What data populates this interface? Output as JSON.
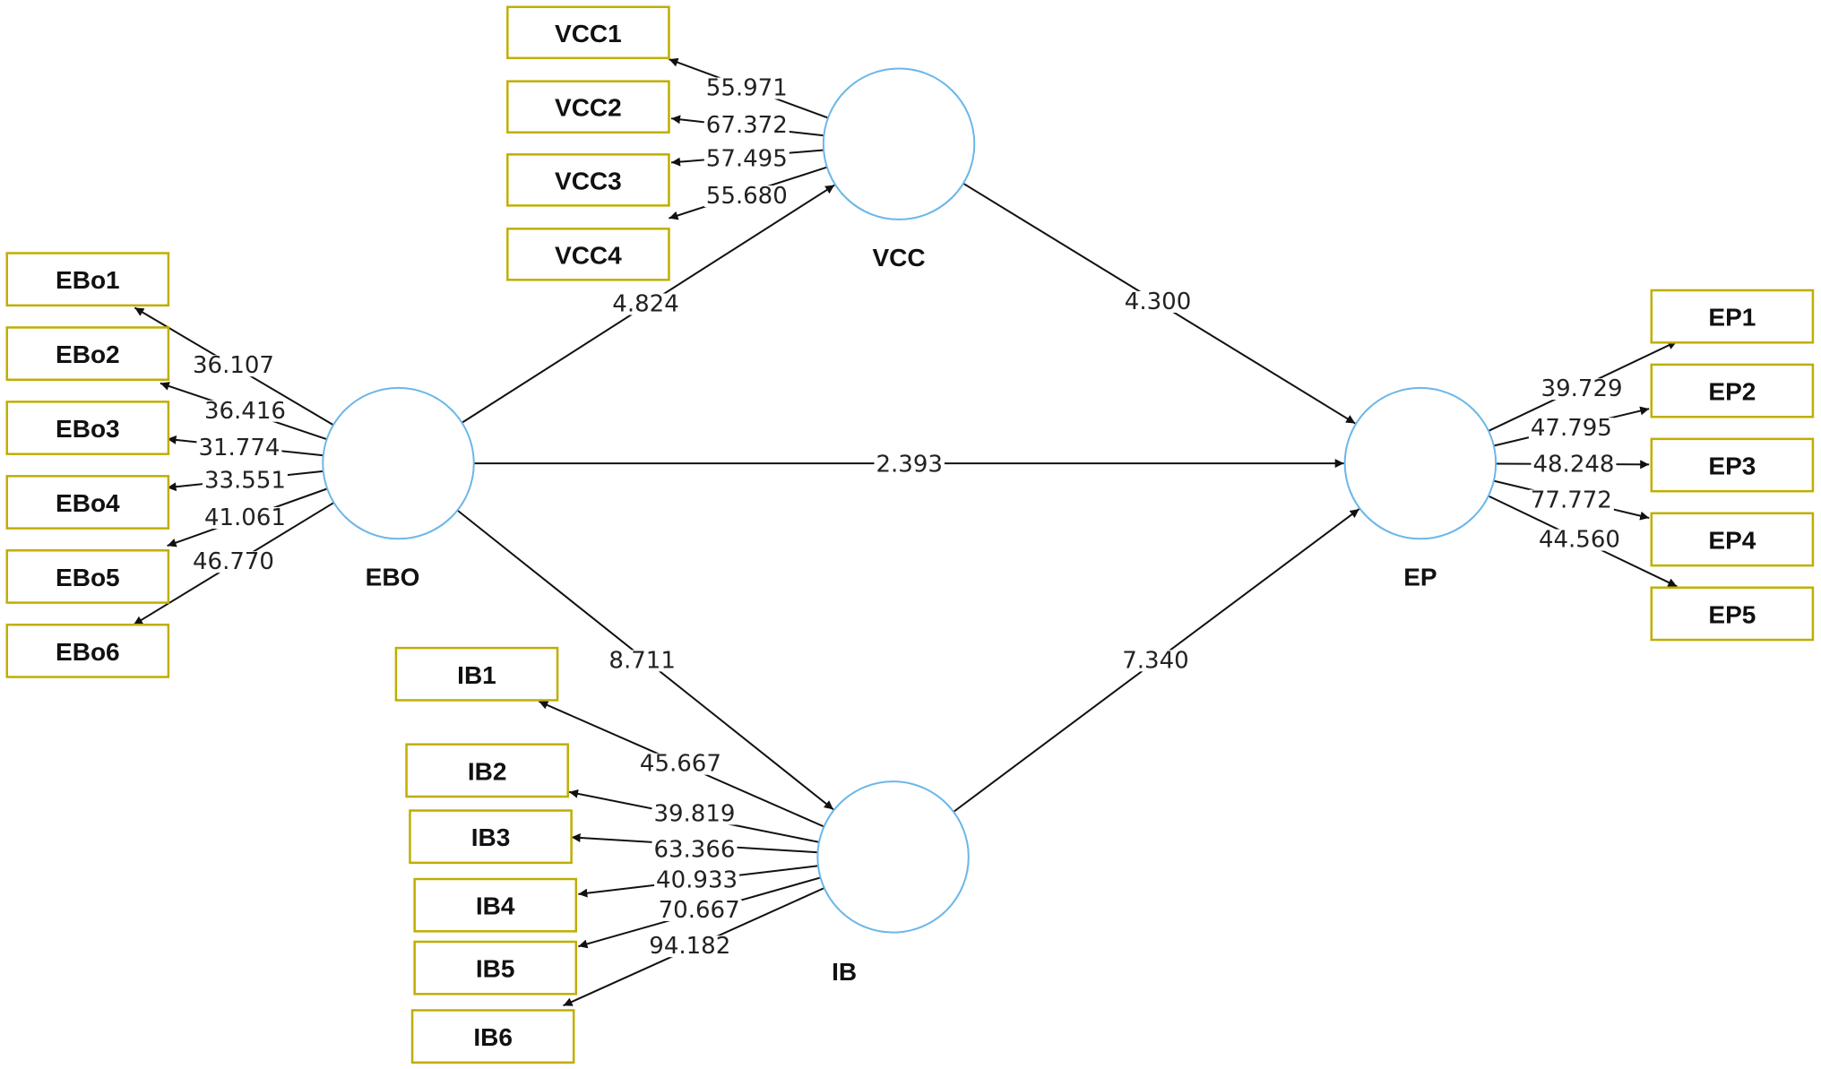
{
  "latent_variables": [
    {
      "id": "VCC",
      "label": "VCC"
    },
    {
      "id": "EBO",
      "label": "EBO"
    },
    {
      "id": "EP",
      "label": "EP"
    },
    {
      "id": "IB",
      "label": "IB"
    }
  ],
  "indicators": [
    {
      "id": "VCC1",
      "label": "VCC1",
      "construct": "VCC",
      "value": "55.971"
    },
    {
      "id": "VCC2",
      "label": "VCC2",
      "construct": "VCC",
      "value": "67.372"
    },
    {
      "id": "VCC3",
      "label": "VCC3",
      "construct": "VCC",
      "value": "57.495"
    },
    {
      "id": "VCC4",
      "label": "VCC4",
      "construct": "VCC",
      "value": "55.680"
    },
    {
      "id": "EBo1",
      "label": "EBo1",
      "construct": "EBO",
      "value": "36.107"
    },
    {
      "id": "EBo2",
      "label": "EBo2",
      "construct": "EBO",
      "value": "36.416"
    },
    {
      "id": "EBo3",
      "label": "EBo3",
      "construct": "EBO",
      "value": "31.774"
    },
    {
      "id": "EBo4",
      "label": "EBo4",
      "construct": "EBO",
      "value": "33.551"
    },
    {
      "id": "EBo5",
      "label": "EBo5",
      "construct": "EBO",
      "value": "41.061"
    },
    {
      "id": "EBo6",
      "label": "EBo6",
      "construct": "EBO",
      "value": "46.770"
    },
    {
      "id": "EP1",
      "label": "EP1",
      "construct": "EP",
      "value": "39.729"
    },
    {
      "id": "EP2",
      "label": "EP2",
      "construct": "EP",
      "value": "47.795"
    },
    {
      "id": "EP3",
      "label": "EP3",
      "construct": "EP",
      "value": "48.248"
    },
    {
      "id": "EP4",
      "label": "EP4",
      "construct": "EP",
      "value": "77.772"
    },
    {
      "id": "EP5",
      "label": "EP5",
      "construct": "EP",
      "value": "44.560"
    },
    {
      "id": "IB1",
      "label": "IB1",
      "construct": "IB",
      "value": "45.667"
    },
    {
      "id": "IB2",
      "label": "IB2",
      "construct": "IB",
      "value": "39.819"
    },
    {
      "id": "IB3",
      "label": "IB3",
      "construct": "IB",
      "value": "63.366"
    },
    {
      "id": "IB4",
      "label": "IB4",
      "construct": "IB",
      "value": "40.933"
    },
    {
      "id": "IB5",
      "label": "IB5",
      "construct": "IB",
      "value": "70.667"
    },
    {
      "id": "IB6",
      "label": "IB6",
      "construct": "IB",
      "value": "94.182"
    }
  ],
  "paths": [
    {
      "from": "EBO",
      "to": "VCC",
      "value": "4.824"
    },
    {
      "from": "VCC",
      "to": "EP",
      "value": "4.300"
    },
    {
      "from": "EBO",
      "to": "EP",
      "value": "2.393"
    },
    {
      "from": "EBO",
      "to": "IB",
      "value": "8.711"
    },
    {
      "from": "IB",
      "to": "EP",
      "value": "7.340"
    }
  ]
}
